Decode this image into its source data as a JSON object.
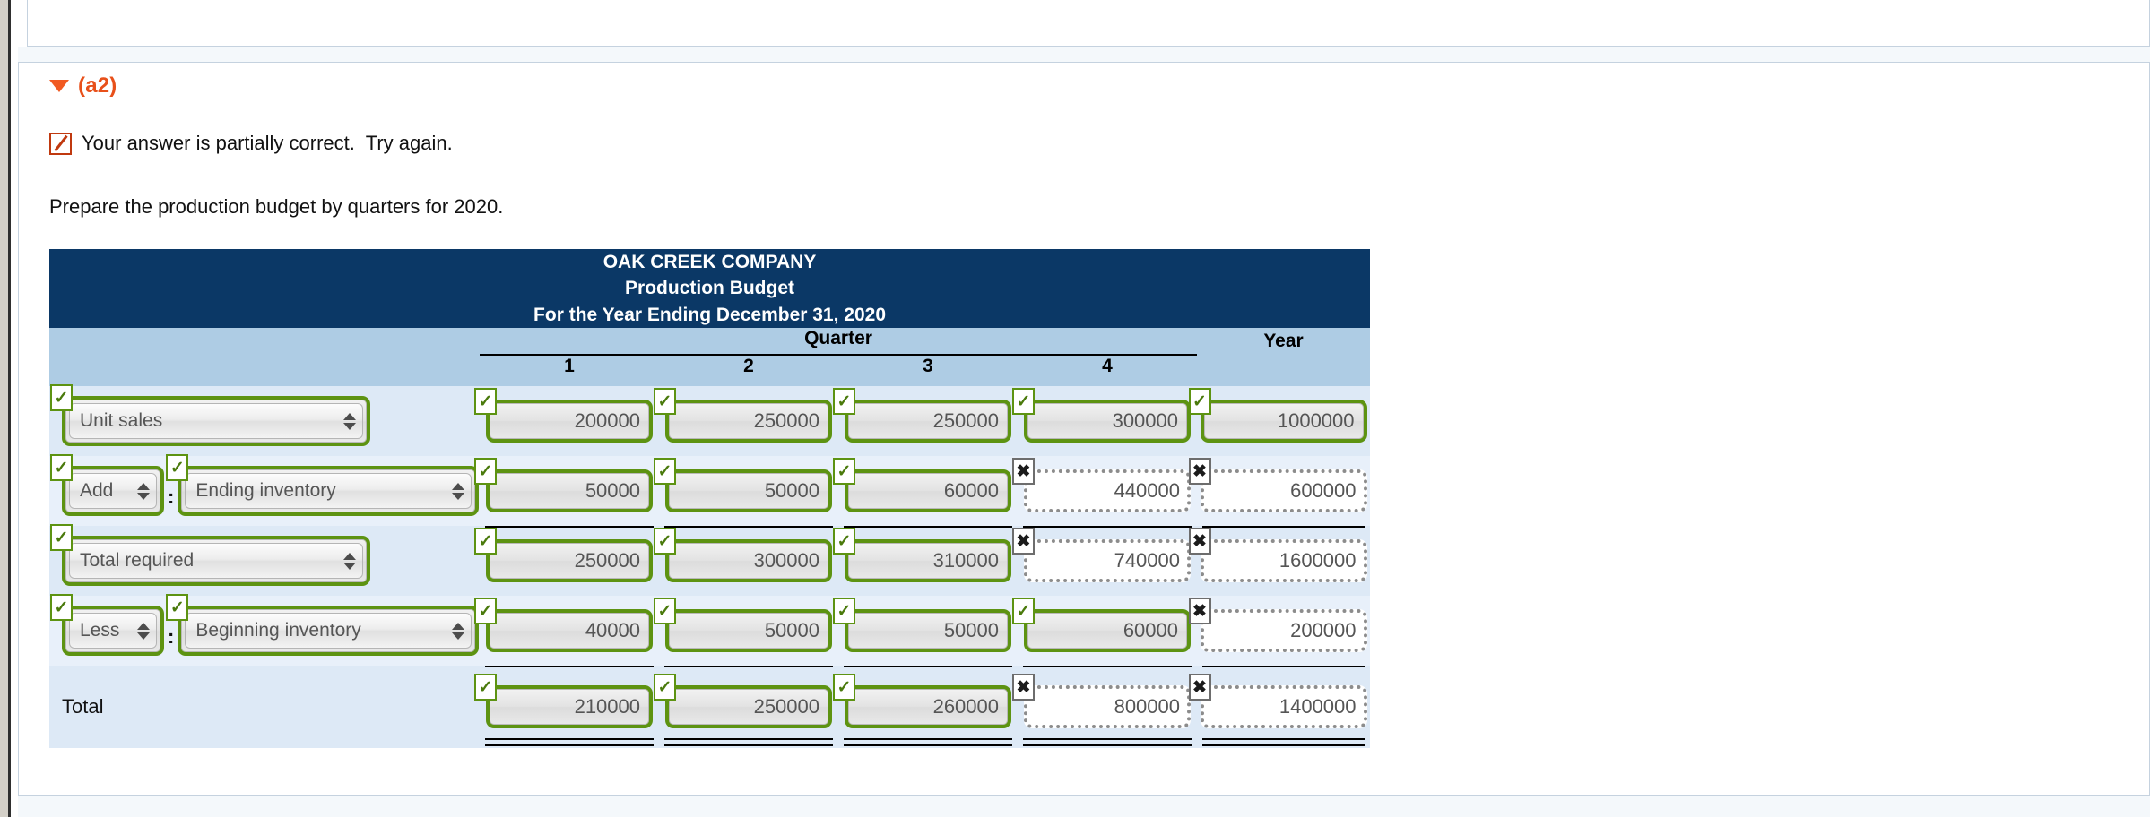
{
  "question": {
    "part_label": "(a2)",
    "toggle_icon": "triangle-down-icon",
    "feedback_icon": "partially-correct-icon",
    "feedback_text": "Your answer is partially correct.  Try again.",
    "instruction": "Prepare the production budget by quarters for 2020."
  },
  "colors": {
    "accent_orange": "#e8501a",
    "title_band": "#0b3866",
    "header_band": "#aecce4",
    "correct_green": "#5d9312",
    "incorrect_gray": "#8c8c8c",
    "row_a": "#dde9f6",
    "row_b": "#e8f0fa"
  },
  "table": {
    "title_lines": [
      "OAK CREEK COMPANY",
      "Production Budget",
      "For the Year Ending December 31, 2020"
    ],
    "group_header": "Quarter",
    "year_header": "Year",
    "quarter_numbers": [
      "1",
      "2",
      "3",
      "4"
    ],
    "rows": [
      {
        "id": "unit-sales",
        "prefix_select": null,
        "label_select": "Unit sales",
        "label_select_status": "correct",
        "label_plain": null,
        "cells": [
          {
            "value": "200000",
            "status": "correct"
          },
          {
            "value": "250000",
            "status": "correct"
          },
          {
            "value": "250000",
            "status": "correct"
          },
          {
            "value": "300000",
            "status": "correct"
          },
          {
            "value": "1000000",
            "status": "correct"
          }
        ]
      },
      {
        "id": "ending-inventory",
        "prefix_select": "Add",
        "prefix_select_status": "correct",
        "label_select": "Ending inventory",
        "label_select_status": "correct",
        "label_plain": null,
        "separator": ":",
        "cells": [
          {
            "value": "50000",
            "status": "correct"
          },
          {
            "value": "50000",
            "status": "correct"
          },
          {
            "value": "60000",
            "status": "correct"
          },
          {
            "value": "440000",
            "status": "incorrect"
          },
          {
            "value": "600000",
            "status": "incorrect"
          }
        ]
      },
      {
        "id": "total-required",
        "prefix_select": null,
        "label_select": "Total required",
        "label_select_status": "correct",
        "label_plain": null,
        "rule_above": true,
        "cells": [
          {
            "value": "250000",
            "status": "correct"
          },
          {
            "value": "300000",
            "status": "correct"
          },
          {
            "value": "310000",
            "status": "correct"
          },
          {
            "value": "740000",
            "status": "incorrect"
          },
          {
            "value": "1600000",
            "status": "incorrect"
          }
        ]
      },
      {
        "id": "beginning-inventory",
        "prefix_select": "Less",
        "prefix_select_status": "correct",
        "label_select": "Beginning inventory",
        "label_select_status": "correct",
        "label_plain": null,
        "separator": ":",
        "cells": [
          {
            "value": "40000",
            "status": "correct"
          },
          {
            "value": "50000",
            "status": "correct"
          },
          {
            "value": "50000",
            "status": "correct"
          },
          {
            "value": "60000",
            "status": "correct"
          },
          {
            "value": "200000",
            "status": "incorrect"
          }
        ]
      },
      {
        "id": "total",
        "prefix_select": null,
        "label_select": null,
        "label_plain": "Total",
        "rule_above": true,
        "rule_double_below": true,
        "cells": [
          {
            "value": "210000",
            "status": "correct"
          },
          {
            "value": "250000",
            "status": "correct"
          },
          {
            "value": "260000",
            "status": "correct"
          },
          {
            "value": "800000",
            "status": "incorrect"
          },
          {
            "value": "1400000",
            "status": "incorrect"
          }
        ]
      }
    ],
    "badge_correct_glyph": "✓",
    "badge_incorrect_glyph": "✖"
  }
}
